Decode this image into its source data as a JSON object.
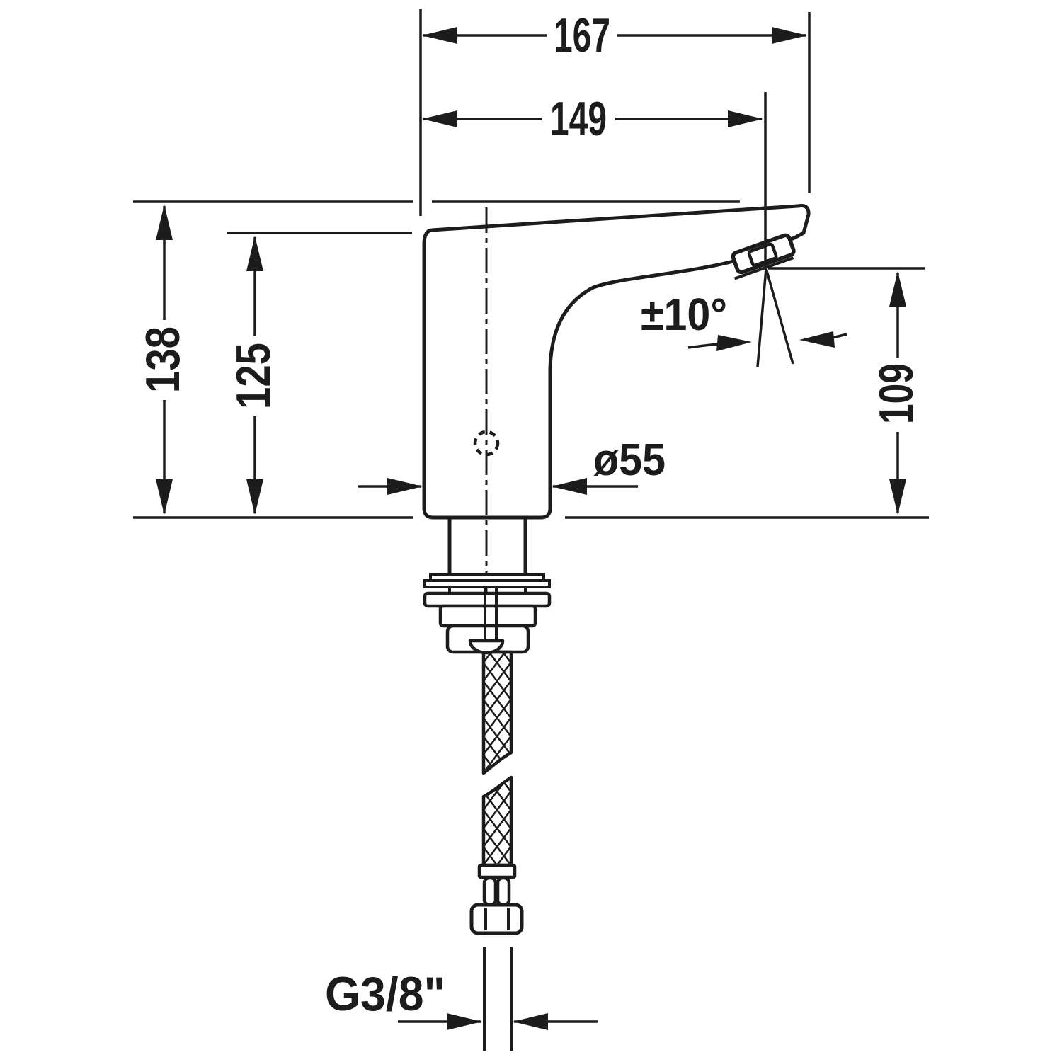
{
  "drawing": {
    "colors": {
      "line": "#1c1c1c",
      "background": "#ffffff"
    },
    "labels": {
      "overall_width": "167",
      "spout_reach": "149",
      "overall_height": "138",
      "body_height": "125",
      "outlet_height": "109",
      "base_diameter": "ø55",
      "swivel_angle": "±10°",
      "thread_size": "G3/8\""
    }
  }
}
